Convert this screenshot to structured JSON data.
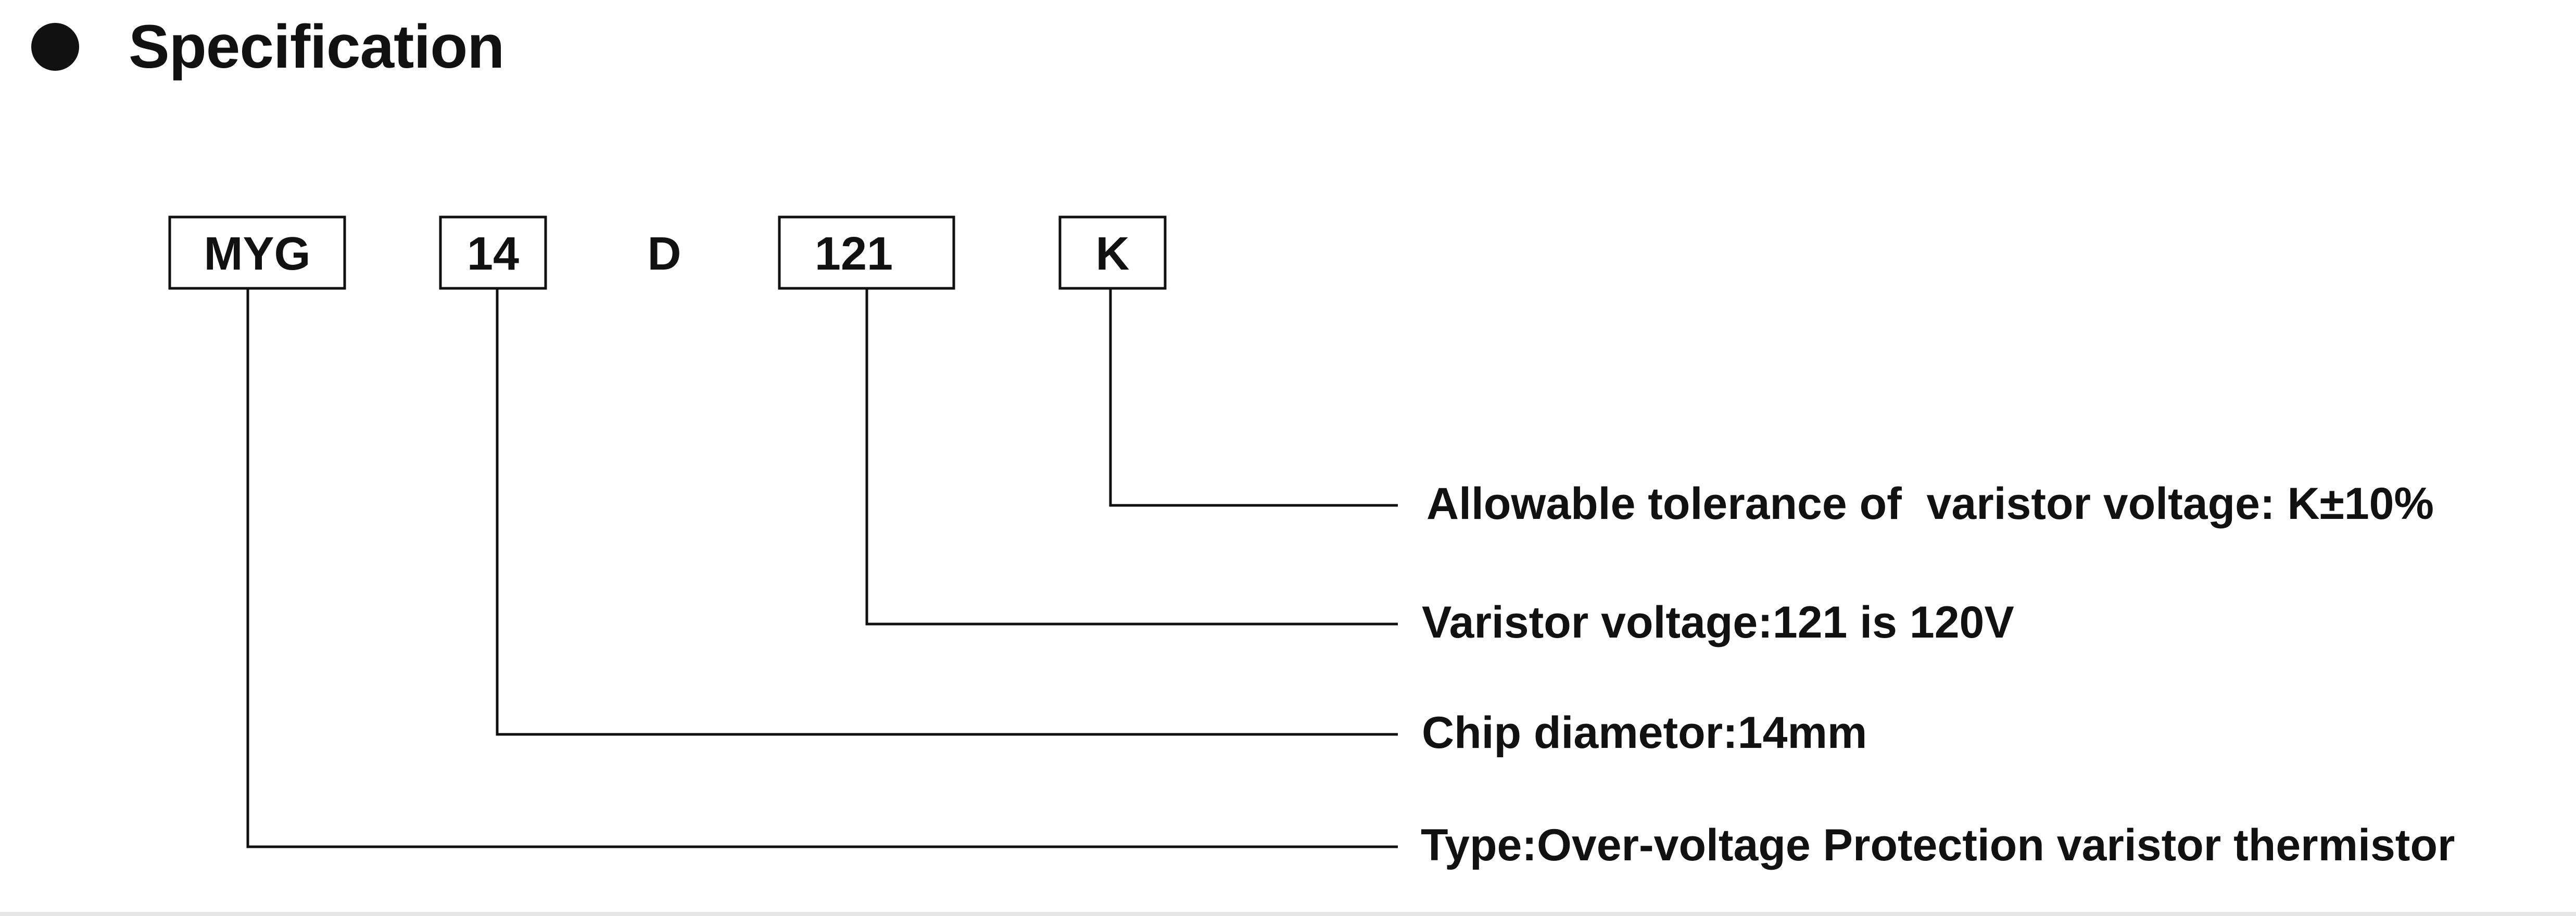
{
  "header": {
    "title": "Specification",
    "bullet_icon": "filled-circle-icon"
  },
  "code": {
    "segments": [
      {
        "id": "type",
        "text": "MYG",
        "boxed": true
      },
      {
        "id": "diameter",
        "text": "14",
        "boxed": true
      },
      {
        "id": "separator",
        "text": "D",
        "boxed": false
      },
      {
        "id": "voltage",
        "text": "121",
        "boxed": true
      },
      {
        "id": "tolerance",
        "text": "K",
        "boxed": true
      }
    ]
  },
  "descriptions": {
    "tolerance": "Allowable tolerance of  varistor voltage: K±10%",
    "voltage": "Varistor voltage:121 is 120V",
    "diameter": "Chip diametor:14mm",
    "type": "Type:Over-voltage Protection varistor thermistor"
  }
}
